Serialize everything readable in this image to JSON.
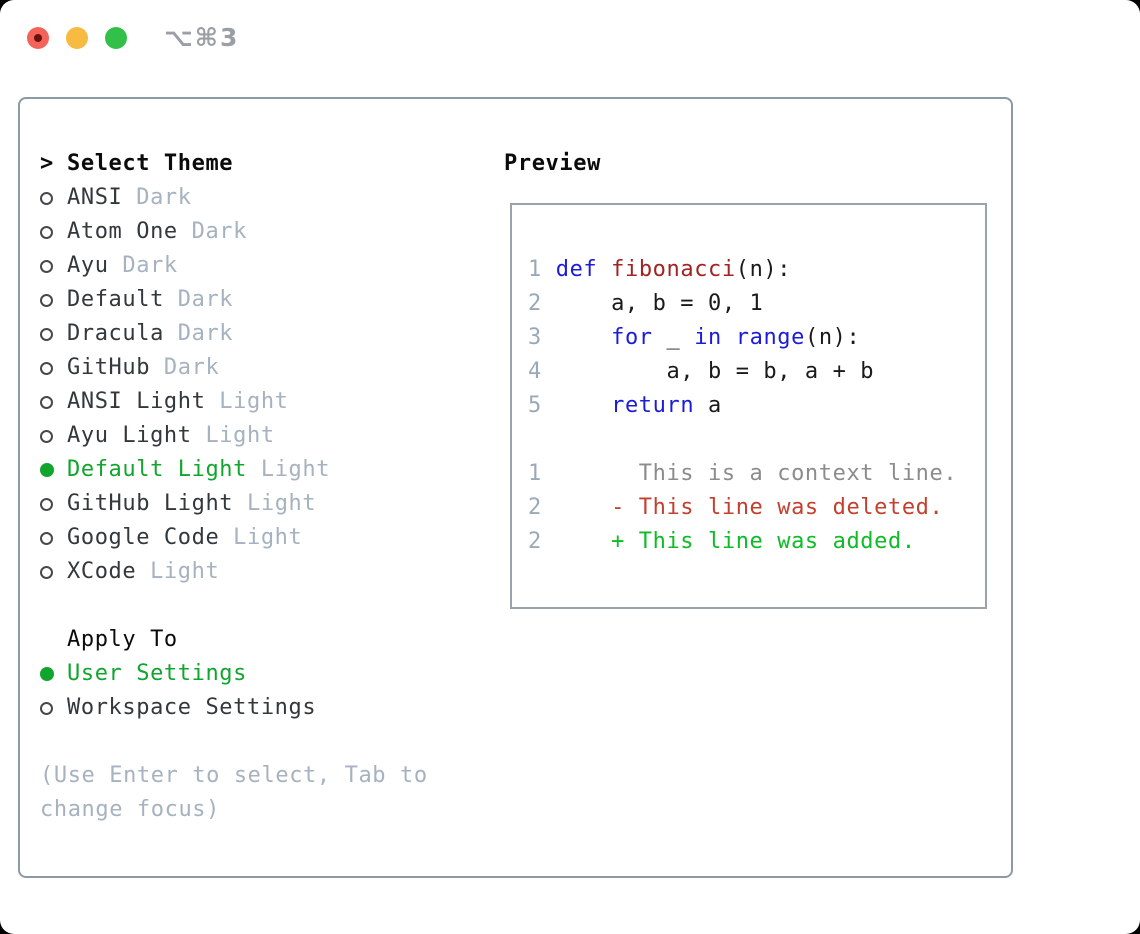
{
  "window": {
    "shortcut": "⌥⌘3",
    "traffic_lights": [
      "close",
      "minimize",
      "zoom"
    ]
  },
  "theme_picker": {
    "title_prefix": ">",
    "title": "Select Theme",
    "items": [
      {
        "label": "ANSI",
        "variant": "Dark",
        "selected": false
      },
      {
        "label": "Atom One",
        "variant": "Dark",
        "selected": false
      },
      {
        "label": "Ayu",
        "variant": "Dark",
        "selected": false
      },
      {
        "label": "Default",
        "variant": "Dark",
        "selected": false
      },
      {
        "label": "Dracula",
        "variant": "Dark",
        "selected": false
      },
      {
        "label": "GitHub",
        "variant": "Dark",
        "selected": false
      },
      {
        "label": "ANSI Light",
        "variant": "Light",
        "selected": false
      },
      {
        "label": "Ayu Light",
        "variant": "Light",
        "selected": false
      },
      {
        "label": "Default Light",
        "variant": "Light",
        "selected": true
      },
      {
        "label": "GitHub Light",
        "variant": "Light",
        "selected": false
      },
      {
        "label": "Google Code",
        "variant": "Light",
        "selected": false
      },
      {
        "label": "XCode",
        "variant": "Light",
        "selected": false
      }
    ],
    "apply_to": {
      "title": "Apply To",
      "options": [
        {
          "label": "User Settings",
          "selected": true
        },
        {
          "label": "Workspace Settings",
          "selected": false
        }
      ]
    },
    "help_text": "(Use Enter to select, Tab to change focus)"
  },
  "preview": {
    "title": "Preview",
    "code_lines": [
      {
        "num": "1",
        "tokens": [
          [
            "plain",
            " "
          ],
          [
            "kw",
            "def"
          ],
          [
            "plain",
            " "
          ],
          [
            "fn",
            "fibonacci"
          ],
          [
            "plain",
            "(n):"
          ]
        ]
      },
      {
        "num": "2",
        "tokens": [
          [
            "plain",
            "     a, b = 0, 1"
          ]
        ]
      },
      {
        "num": "3",
        "tokens": [
          [
            "plain",
            "     "
          ],
          [
            "kw",
            "for"
          ],
          [
            "plain",
            " _ "
          ],
          [
            "kw",
            "in"
          ],
          [
            "plain",
            " "
          ],
          [
            "kw",
            "range"
          ],
          [
            "plain",
            "(n):"
          ]
        ]
      },
      {
        "num": "4",
        "tokens": [
          [
            "plain",
            "         a, b = b, a + b"
          ]
        ]
      },
      {
        "num": "5",
        "tokens": [
          [
            "plain",
            "     "
          ],
          [
            "kw",
            "return"
          ],
          [
            "plain",
            " a"
          ]
        ]
      }
    ],
    "diff_lines": [
      {
        "num": "1",
        "tokens": [
          [
            "ctx",
            "       This is a context line."
          ]
        ]
      },
      {
        "num": "2",
        "tokens": [
          [
            "del",
            "     - This line was deleted."
          ]
        ]
      },
      {
        "num": "2",
        "tokens": [
          [
            "add",
            "     + This line was added."
          ]
        ]
      }
    ]
  },
  "colors": {
    "accent_green": "#12a52e",
    "keyword_blue": "#1c1cd8",
    "function_red": "#a32222",
    "deleted_red": "#c3402e",
    "added_green": "#0ebc26",
    "context_gray": "#8c8c8c",
    "muted_gray": "#a6b2bf",
    "text_dark": "#33383d",
    "line_number_gray": "#9aa9b8",
    "border_gray": "#8e99a6"
  }
}
